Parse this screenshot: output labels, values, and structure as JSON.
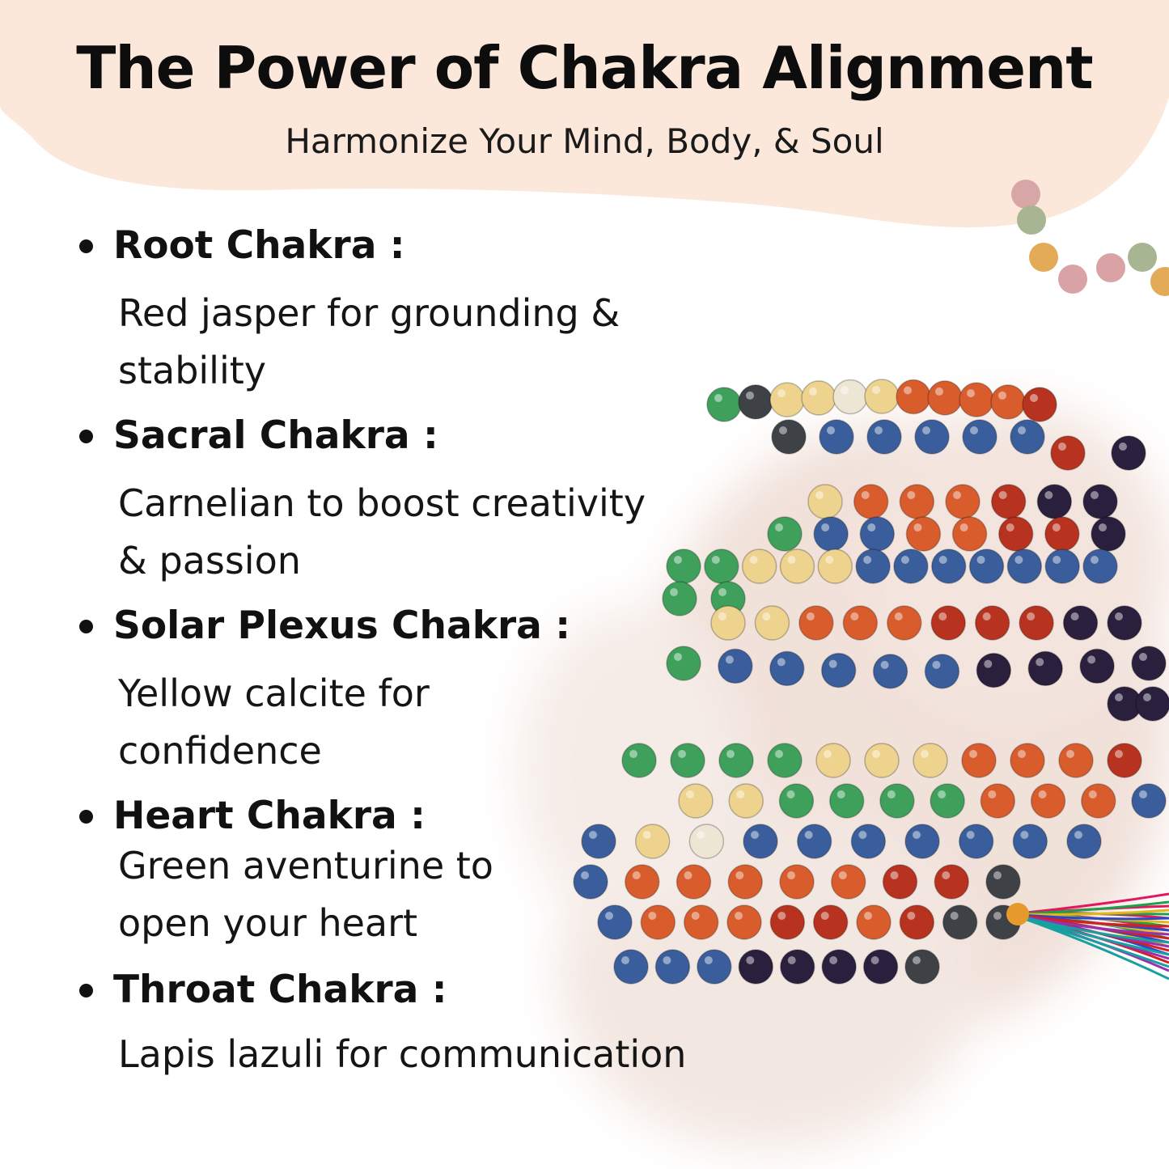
{
  "header": {
    "title": "The Power of Chakra Alignment",
    "subtitle": "Harmonize Your Mind, Body, & Soul"
  },
  "chakras": [
    {
      "name": "Root Chakra :",
      "lines": [
        "Red jasper for grounding &",
        "stability"
      ]
    },
    {
      "name": "Sacral Chakra :",
      "lines": [
        "Carnelian to boost creativity",
        "& passion"
      ]
    },
    {
      "name": "Solar Plexus Chakra :",
      "lines": [
        "Yellow calcite for",
        "confidence"
      ]
    },
    {
      "name": "Heart Chakra :",
      "lines": [
        "Green aventurine to",
        "open your heart"
      ]
    },
    {
      "name": "Throat Chakra :",
      "lines": [
        "Lapis lazuli for communication"
      ]
    }
  ],
  "colors": {
    "header_bg": "#fbe8da",
    "watercolor": "#ecd9d0",
    "text": "#111111"
  }
}
